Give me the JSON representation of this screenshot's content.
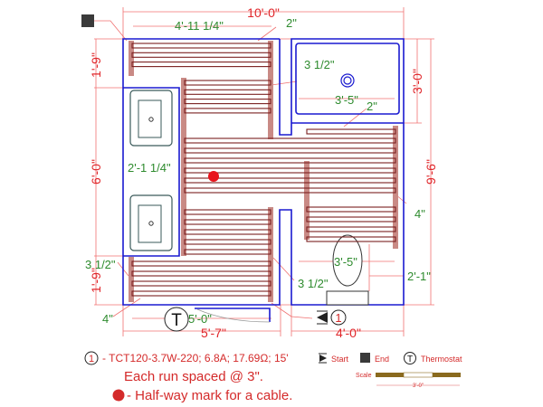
{
  "dimensions": {
    "overall_width": "10'-0\"",
    "top_run_length": "4'-11 1/4\"",
    "top_gap": "2\"",
    "shower_offset": "3 1/2\"",
    "shower_width": "3'-5\"",
    "shower_gap": "2\"",
    "shower_depth": "3'-0\"",
    "overall_depth": "9'-6\"",
    "left_top": "1'-9\"",
    "left_middle": "6'-0\"",
    "left_bottom": "1'-9\"",
    "vanity_offset": "2'-1 1/4\"",
    "right_edge": "4\"",
    "toilet_area_width": "3'-5\"",
    "toilet_offset": "2'-1\"",
    "left_offset": "3 1/2\"",
    "center_offset": "3 1/2\"",
    "bottom_edge": "4\"",
    "door_run": "5'-0\"",
    "bottom_left_width": "5'-7\"",
    "bottom_right_width": "4'-0\""
  },
  "markers": {
    "thermostat_letter": "T",
    "cable_number": "1"
  },
  "legend": {
    "cable_number": "1",
    "cable_spec": "- TCT120-3.7W-220; 6.8A; 17.69Ω; 15'",
    "start_label": "Start",
    "end_label": "End",
    "thermostat_letter": "T",
    "thermostat_label": "Thermostat",
    "spacing_note": "Each run spaced @ 3\".",
    "halfway_note": "- Half-way mark for a cable.",
    "scale_label": "Scale",
    "scale_value": "3'-0\""
  },
  "colors": {
    "wall": "#1a1ad0",
    "cable": "#7a1f1f",
    "dimension": "#e0262a",
    "label": "#2e8b2e",
    "halfway_mark": "#e8141c"
  }
}
